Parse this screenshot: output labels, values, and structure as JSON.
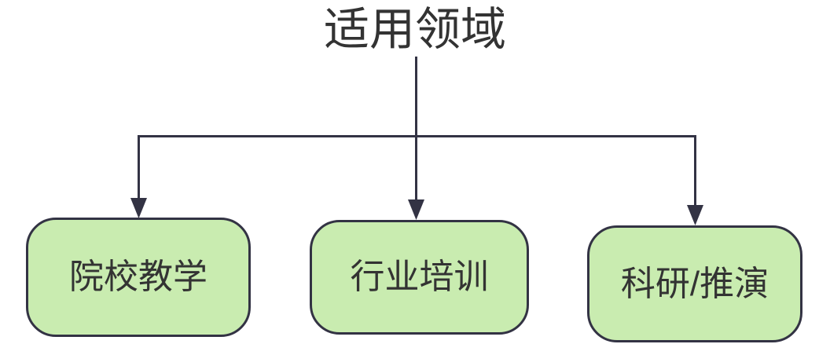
{
  "diagram": {
    "type": "tree",
    "orientation": "top-down",
    "root": {
      "label": "适用领域",
      "name": "root-node"
    },
    "leaves": [
      {
        "label": "院校教学",
        "name": "leaf-node-academic-teaching"
      },
      {
        "label": "行业培训",
        "name": "leaf-node-industry-training"
      },
      {
        "label": "科研/推演",
        "name": "leaf-node-research-simulation"
      }
    ],
    "colors": {
      "node_fill": "#c9ecb0",
      "node_border": "#333344",
      "text": "#333333",
      "connector": "#333344",
      "background": "#ffffff"
    }
  }
}
